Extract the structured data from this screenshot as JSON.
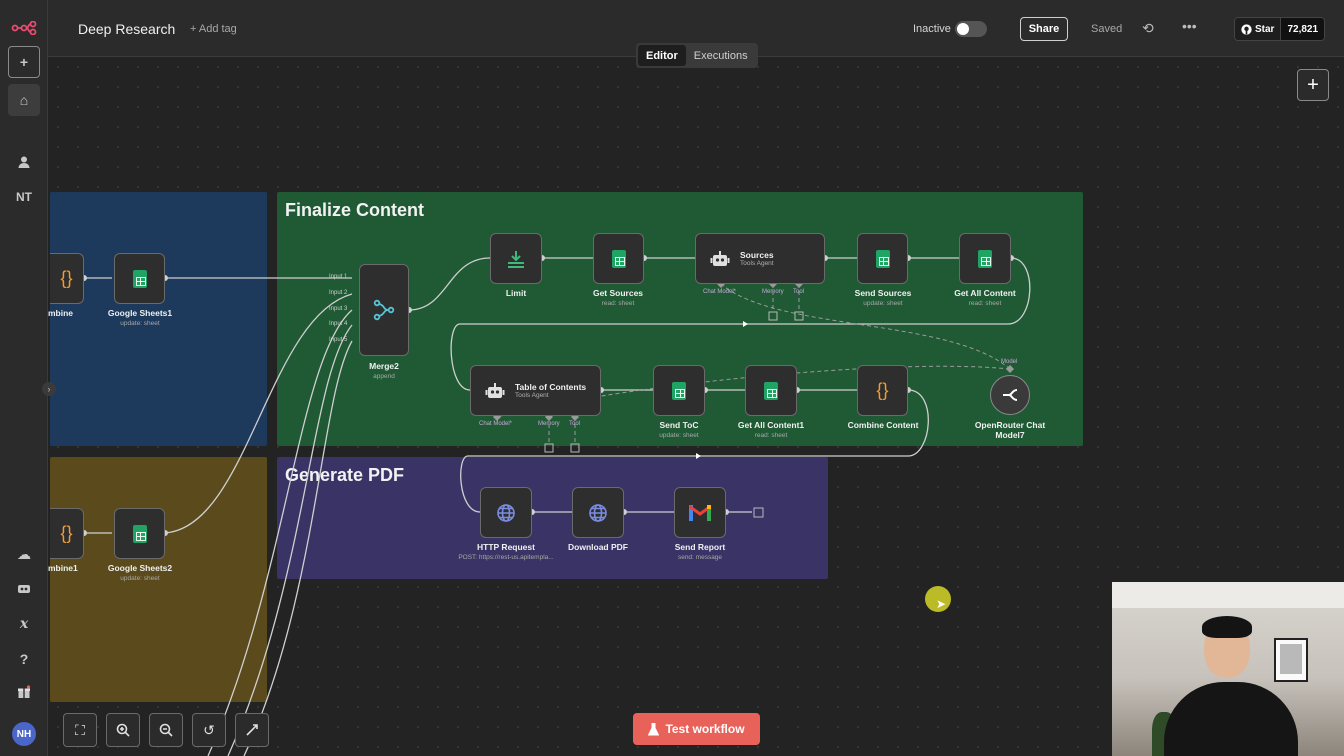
{
  "app": {
    "workflow_title": "Deep Research",
    "add_tag": "+ Add tag",
    "status_label": "Inactive",
    "share_label": "Share",
    "saved_label": "Saved",
    "github_star_label": "Star",
    "github_star_count": "72,821",
    "user_initials": "NH",
    "sidebar_label": "NT"
  },
  "tabs": [
    {
      "label": "Editor",
      "active": true
    },
    {
      "label": "Executions",
      "active": false
    }
  ],
  "groups": {
    "finalize": {
      "title": "Finalize Content",
      "color": "#1f5a35"
    },
    "generate_pdf": {
      "title": "Generate PDF",
      "color": "#3a3366"
    },
    "blue_group": {
      "color": "#1d3a5c"
    },
    "yellow_group": {
      "color": "#5b4b1c"
    }
  },
  "nodes": {
    "combine_partial": {
      "label": "mbine"
    },
    "google_sheets1": {
      "label": "Google Sheets1",
      "sub": "update: sheet"
    },
    "combine1_partial": {
      "label": "mbine1"
    },
    "google_sheets2": {
      "label": "Google Sheets2",
      "sub": "update: sheet"
    },
    "merge2": {
      "label": "Merge2",
      "sub": "append",
      "inputs": [
        "Input 1",
        "Input 2",
        "Input 3",
        "Input 4",
        "Input 5"
      ]
    },
    "limit": {
      "label": "Limit"
    },
    "get_sources": {
      "label": "Get Sources",
      "sub": "read: sheet"
    },
    "sources_agent": {
      "title": "Sources",
      "sub": "Tools Agent",
      "ports": [
        "Chat Model*",
        "Memory",
        "Tool"
      ]
    },
    "send_sources": {
      "label": "Send Sources",
      "sub": "update: sheet"
    },
    "get_all_content": {
      "label": "Get All Content",
      "sub": "read: sheet"
    },
    "toc_agent": {
      "title": "Table of Contents",
      "sub": "Tools Agent",
      "ports": [
        "Chat Model*",
        "Memory",
        "Tool"
      ]
    },
    "send_toc": {
      "label": "Send ToC",
      "sub": "update: sheet"
    },
    "get_all_content1": {
      "label": "Get All Content1",
      "sub": "read: sheet"
    },
    "combine_content": {
      "label": "Combine Content"
    },
    "openrouter": {
      "label": "OpenRouter Chat Model7",
      "port": "Model"
    },
    "http_request": {
      "label": "HTTP Request",
      "sub": "POST: https://rest-us.apitempla..."
    },
    "download_pdf": {
      "label": "Download PDF"
    },
    "send_report": {
      "label": "Send Report",
      "sub": "send: message"
    }
  },
  "footer": {
    "test_workflow": "Test workflow"
  },
  "icons": {
    "logo": "n8n-logo-icon",
    "zoom_controls": [
      "fit-view-icon",
      "zoom-in-icon",
      "zoom-out-icon",
      "reset-zoom-icon",
      "tidy-up-icon"
    ]
  },
  "colors": {
    "accent": "#e9625a",
    "edge": "#cfcfcf",
    "sheets": "#1fa463"
  }
}
